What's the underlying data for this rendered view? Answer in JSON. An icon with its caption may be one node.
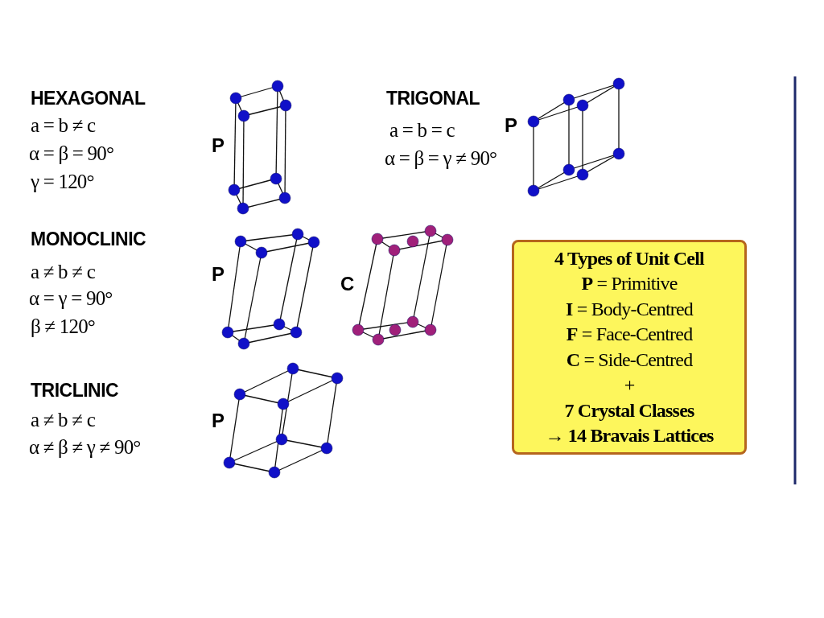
{
  "diagram": {
    "nodes": [
      {
        "text": [
          "4 Types of Unit Cell",
          "**P** = Primitive",
          "**I** = Body-Centred",
          "**F** = Face-Centred",
          "**C** = Side-Centred",
          "+",
          "7 Crystal Classes",
          "→ 14 Bravais Lattices"
        ]
      }
    ],
    "labels": [
      "HEXAGONAL",
      "a = b ≠ c",
      "α = β = 90°",
      "γ = 120°",
      "P",
      "TRIGONAL",
      "a = b = c",
      "α = β = γ ≠ 90°",
      "P",
      "MONOCLINIC",
      "a ≠ b ≠ c",
      "α = γ = 90°",
      "β ≠ 120°",
      "P",
      "C",
      "TRICLINIC",
      "a ≠ b ≠ c",
      "α ≠ β ≠ γ ≠ 90°",
      "P"
    ]
  }
}
